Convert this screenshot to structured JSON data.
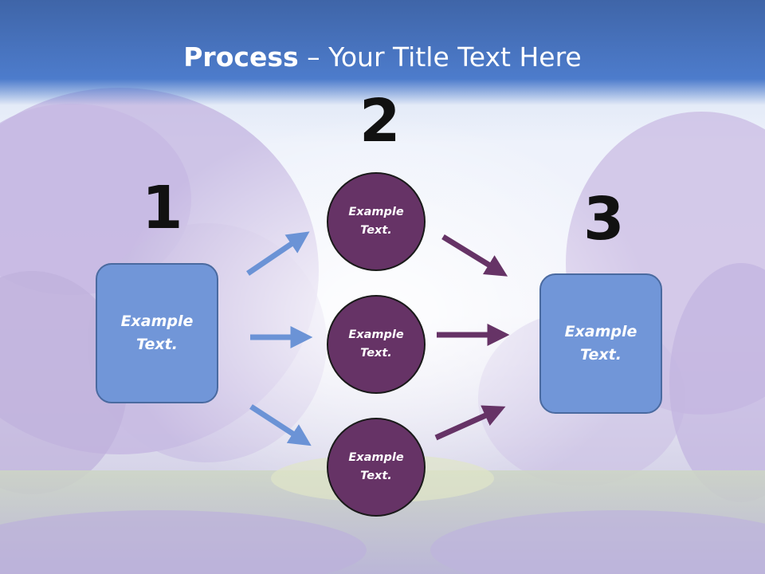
{
  "slide": {
    "title_bold": "Process",
    "title_rest": " – Your Title Text Here"
  },
  "steps": {
    "step1": "1",
    "step2": "2",
    "step3": "3"
  },
  "boxes": {
    "left": [
      "Example",
      "Text."
    ],
    "right": [
      "Example",
      "Text."
    ]
  },
  "circles": [
    [
      "Example",
      "Text."
    ],
    [
      "Example",
      "Text."
    ],
    [
      "Example",
      "Text."
    ]
  ],
  "colors": {
    "title_bar": "#4a78c8",
    "box_fill": "#7196d8",
    "circle_fill": "#663366",
    "arrow_left": "#6b93d6",
    "arrow_right": "#663366"
  }
}
